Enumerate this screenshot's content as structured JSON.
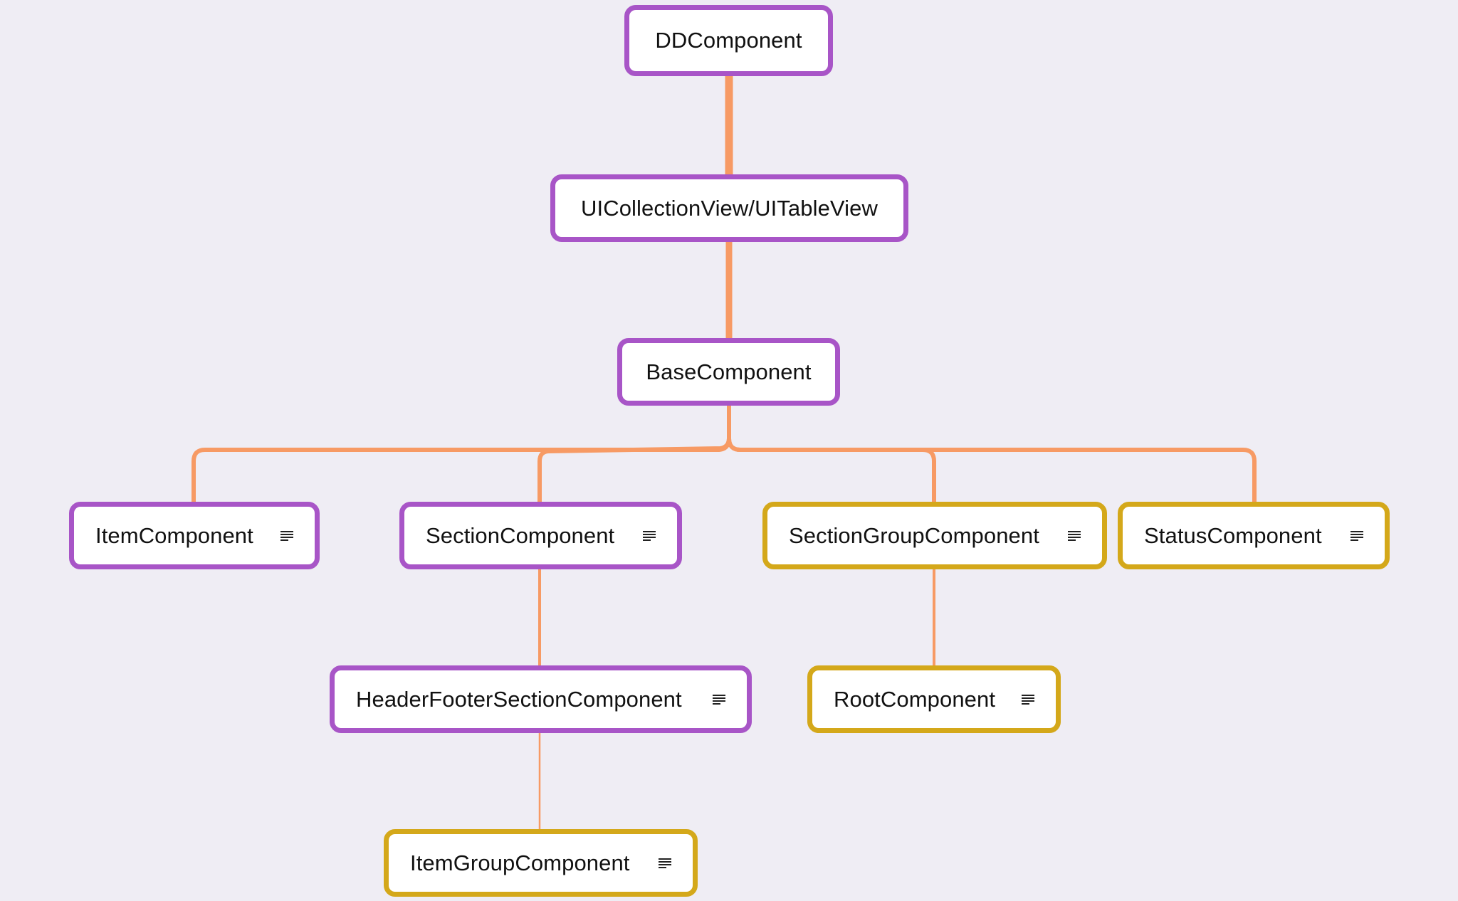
{
  "colors": {
    "background": "#efedf4",
    "connector": "#f79a64",
    "node_purple": "#a855c7",
    "node_gold": "#d4a81a",
    "node_fill": "#ffffff"
  },
  "nodes": [
    {
      "id": "dd",
      "label": "DDComponent",
      "color": "purple",
      "note": false
    },
    {
      "id": "uicv",
      "label": "UICollectionView/UITableView",
      "color": "purple",
      "note": false
    },
    {
      "id": "base",
      "label": "BaseComponent",
      "color": "purple",
      "note": false
    },
    {
      "id": "item",
      "label": "ItemComponent",
      "color": "purple",
      "note": true
    },
    {
      "id": "section",
      "label": "SectionComponent",
      "color": "purple",
      "note": true
    },
    {
      "id": "sectiongroup",
      "label": "SectionGroupComponent",
      "color": "gold",
      "note": true
    },
    {
      "id": "status",
      "label": "StatusComponent",
      "color": "gold",
      "note": true
    },
    {
      "id": "headerfooter",
      "label": "HeaderFooterSectionComponent",
      "color": "purple",
      "note": true
    },
    {
      "id": "root",
      "label": "RootComponent",
      "color": "gold",
      "note": true
    },
    {
      "id": "itemgroup",
      "label": "ItemGroupComponent",
      "color": "gold",
      "note": true
    }
  ],
  "edges": [
    {
      "from": "dd",
      "to": "uicv"
    },
    {
      "from": "uicv",
      "to": "base"
    },
    {
      "from": "base",
      "to": "item"
    },
    {
      "from": "base",
      "to": "section"
    },
    {
      "from": "base",
      "to": "sectiongroup"
    },
    {
      "from": "base",
      "to": "status"
    },
    {
      "from": "section",
      "to": "headerfooter"
    },
    {
      "from": "sectiongroup",
      "to": "root"
    },
    {
      "from": "headerfooter",
      "to": "itemgroup"
    }
  ],
  "note_icon": "note-lines-icon"
}
